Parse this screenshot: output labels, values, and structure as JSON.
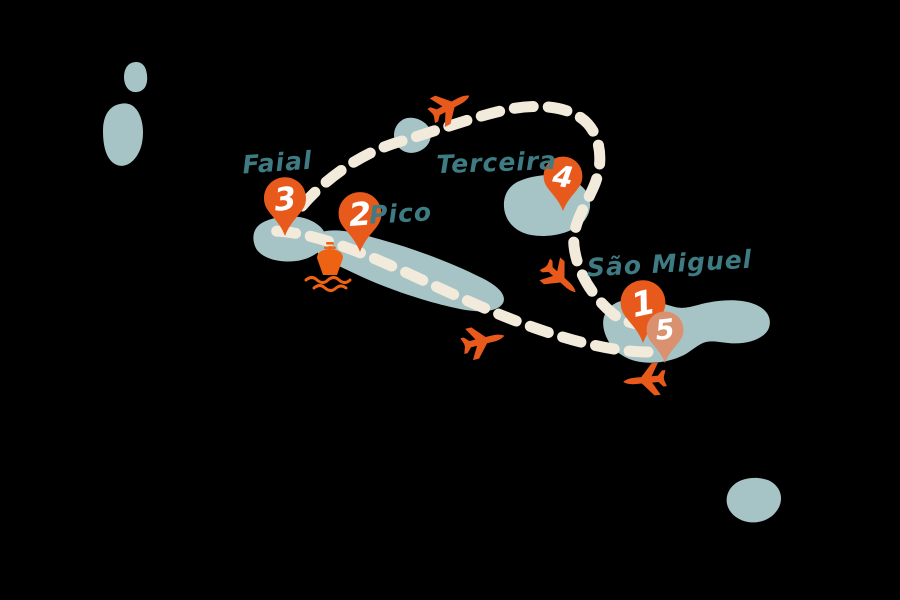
{
  "map": {
    "region_labels": {
      "faial": "Faial",
      "pico": "Pico",
      "terceira": "Terceira",
      "sao_miguel": "São Miguel"
    },
    "pins": [
      {
        "number": "1",
        "island": "São Miguel"
      },
      {
        "number": "2",
        "island": "Pico"
      },
      {
        "number": "3",
        "island": "Faial"
      },
      {
        "number": "4",
        "island": "Terceira"
      },
      {
        "number": "5",
        "island": "São Miguel"
      }
    ],
    "icons": {
      "airplane": "airplane-icon",
      "ferry": "ferry-boat-icon"
    },
    "colors": {
      "background": "#000000",
      "island": "#a6c3c5",
      "route": "#f2ebdb",
      "label": "#3e7b83",
      "pin_primary": "#e85a1b",
      "pin_secondary": "#d9916f",
      "pin_number": "#ffffff",
      "plane": "#e85a1b",
      "boat": "#ee6214"
    }
  }
}
